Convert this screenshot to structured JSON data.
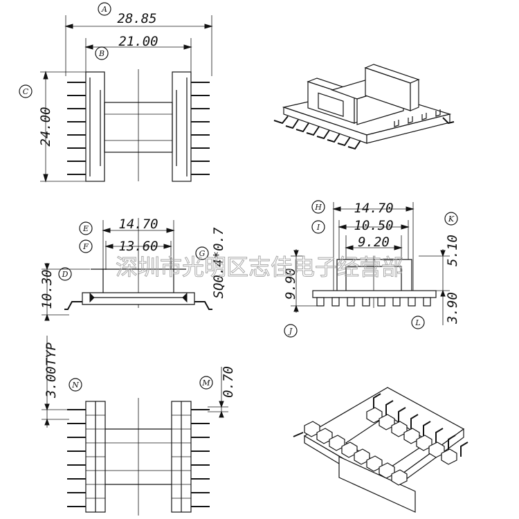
{
  "dimensions": {
    "A": "28.85",
    "B": "21.00",
    "C": "24.00",
    "E": "14.70",
    "F": "13.60",
    "G": "SQ0.4*0.7",
    "D": "10.30",
    "H": "14.70",
    "I": "10.50",
    "center": "9.20",
    "K": "5.10",
    "J": "9.90",
    "L": "3.90",
    "N": "3.00TYP",
    "M": "0.70"
  },
  "circle_labels": {
    "A": "A",
    "B": "B",
    "C": "C",
    "D": "D",
    "E": "E",
    "F": "F",
    "G": "G",
    "H": "H",
    "I": "I",
    "J": "J",
    "K": "K",
    "L": "L",
    "M": "M",
    "N": "N"
  },
  "watermark": "深圳市光明区志佳电子经营部"
}
